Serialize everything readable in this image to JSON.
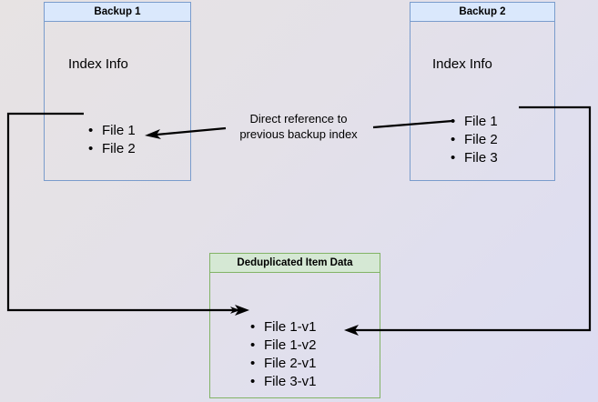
{
  "diagram": {
    "title_hidden": "Backup deduplication reference diagram",
    "colors": {
      "blue_fill": "#dae8fc",
      "blue_border": "#7a9ccc",
      "green_fill": "#d5e8d4",
      "green_border": "#82b366",
      "line": "#000000",
      "bg_start": "#e7e3e3",
      "bg_end": "#dcdcf2"
    },
    "backup1": {
      "header": "Backup 1",
      "index_label": "Index Info",
      "files": [
        "File 1",
        "File 2"
      ]
    },
    "backup2": {
      "header": "Backup 2",
      "index_label": "Index Info",
      "files": [
        "File 1",
        "File 2",
        "File 3"
      ]
    },
    "dedup": {
      "header": "Deduplicated Item Data",
      "files": [
        "File 1-v1",
        "File 1-v2",
        "File 2-v1",
        "File 3-v1"
      ]
    },
    "center_label": {
      "line1": "Direct reference to",
      "line2": "previous backup index"
    }
  }
}
